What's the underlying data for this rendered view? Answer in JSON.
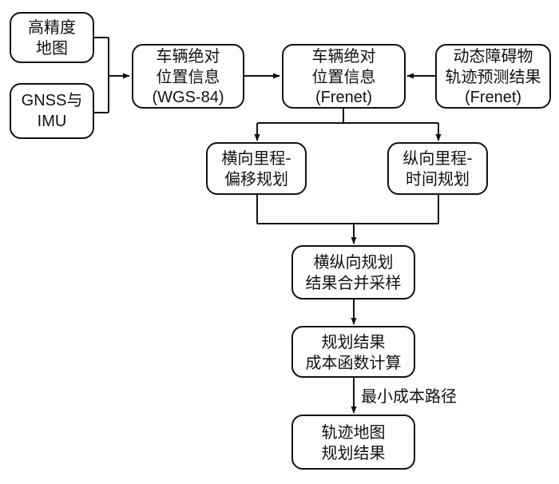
{
  "nodes": {
    "hd_map": {
      "lines": [
        "高精度",
        "地图"
      ]
    },
    "gnss_imu": {
      "lines": [
        "GNSS与",
        "IMU"
      ]
    },
    "vehicle_pos_wgs": {
      "lines": [
        "车辆绝对",
        "位置信息",
        "(WGS-84)"
      ]
    },
    "vehicle_pos_frenet": {
      "lines": [
        "车辆绝对",
        "位置信息",
        "(Frenet)"
      ]
    },
    "obstacle_pred": {
      "lines": [
        "动态障碍物",
        "轨迹预测结果",
        "(Frenet)"
      ]
    },
    "lateral_plan": {
      "lines": [
        "横向里程-",
        "偏移规划"
      ]
    },
    "longitudinal_plan": {
      "lines": [
        "纵向里程-",
        "时间规划"
      ]
    },
    "merge_sample": {
      "lines": [
        "横纵向规划",
        "结果合并采样"
      ]
    },
    "cost_calc": {
      "lines": [
        "规划结果",
        "成本函数计算"
      ]
    },
    "final_result": {
      "lines": [
        "轨迹地图",
        "规划结果"
      ]
    }
  },
  "edge_labels": {
    "min_cost_path": "最小成本路径"
  }
}
